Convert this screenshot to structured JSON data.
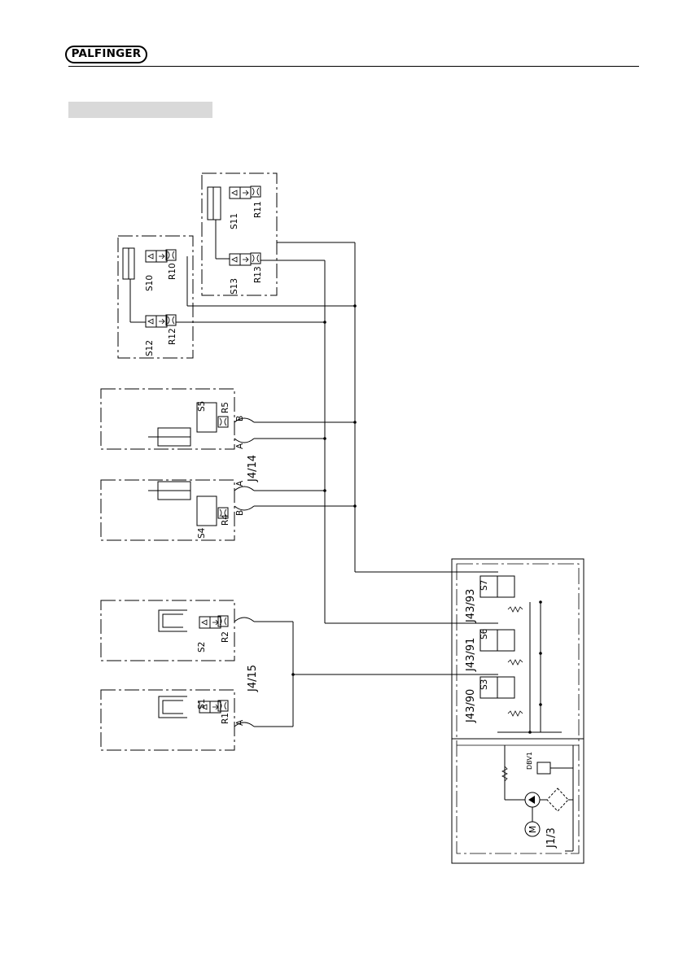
{
  "header": {
    "logo_text": "PALFINGER"
  },
  "diagram": {
    "labels": {
      "s1": "S1",
      "r1": "R1",
      "s2": "S2",
      "r2": "R2",
      "s3": "S3",
      "s4": "S4",
      "r4": "R4",
      "s5": "S5",
      "r5": "R5",
      "s6": "S6",
      "s7": "S7",
      "s10": "S10",
      "r10": "R10",
      "s11": "S11",
      "r11": "R11",
      "s12": "S12",
      "r12": "R12",
      "s13": "S13",
      "r13": "R13",
      "port_a_top": "A",
      "port_b_top": "B",
      "port_a_mid": "A",
      "port_b_mid": "B",
      "port_a_low": "A",
      "j4_14": "J4/14",
      "j4_15": "J4/15",
      "j43_90": "J43/90",
      "j43_91": "J43/91",
      "j43_93": "J43/93",
      "j1_3": "J1/3",
      "dbv1": "DBV1",
      "motor": "M"
    }
  }
}
